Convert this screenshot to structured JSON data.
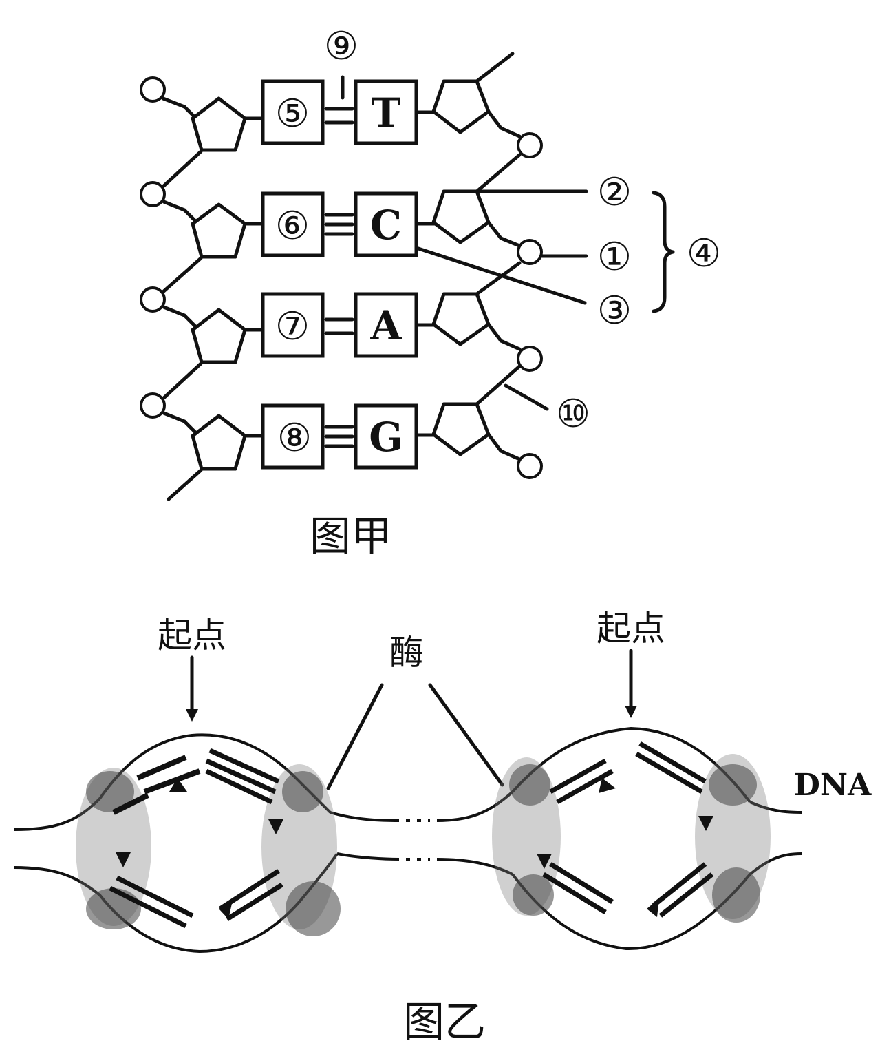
{
  "figure_a": {
    "caption": "图甲",
    "left_strand_labels": [
      "⑤",
      "⑥",
      "⑦",
      "⑧"
    ],
    "right_strand_bases": [
      "T",
      "C",
      "A",
      "G"
    ],
    "hydrogen_bond_label": "⑨",
    "callouts": {
      "c2": "②",
      "c1": "①",
      "c3": "③",
      "c4": "④",
      "c10": "⑩"
    }
  },
  "figure_b": {
    "caption": "图乙",
    "origin_left": "起点",
    "origin_right": "起点",
    "enzyme_label": "酶",
    "dna_label": "DNA"
  }
}
